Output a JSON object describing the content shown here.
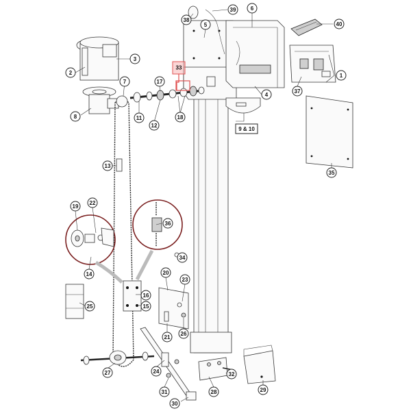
{
  "callouts": [
    {
      "id": "c1",
      "label": "1"
    },
    {
      "id": "c2",
      "label": "2"
    },
    {
      "id": "c3",
      "label": "3"
    },
    {
      "id": "c4",
      "label": "4"
    },
    {
      "id": "c5",
      "label": "5"
    },
    {
      "id": "c6",
      "label": "6"
    },
    {
      "id": "c7",
      "label": "7"
    },
    {
      "id": "c8",
      "label": "8"
    },
    {
      "id": "c11",
      "label": "11"
    },
    {
      "id": "c12",
      "label": "12"
    },
    {
      "id": "c13",
      "label": "13"
    },
    {
      "id": "c14",
      "label": "14"
    },
    {
      "id": "c15",
      "label": "15"
    },
    {
      "id": "c16",
      "label": "16"
    },
    {
      "id": "c17",
      "label": "17"
    },
    {
      "id": "c18",
      "label": "18"
    },
    {
      "id": "c19",
      "label": "19"
    },
    {
      "id": "c20",
      "label": "20"
    },
    {
      "id": "c21",
      "label": "21"
    },
    {
      "id": "c22",
      "label": "22"
    },
    {
      "id": "c23",
      "label": "23"
    },
    {
      "id": "c24",
      "label": "24"
    },
    {
      "id": "c25",
      "label": "25"
    },
    {
      "id": "c26",
      "label": "26"
    },
    {
      "id": "c27",
      "label": "27"
    },
    {
      "id": "c28",
      "label": "28"
    },
    {
      "id": "c29",
      "label": "29"
    },
    {
      "id": "c30",
      "label": "30"
    },
    {
      "id": "c31",
      "label": "31"
    },
    {
      "id": "c32",
      "label": "32"
    },
    {
      "id": "c34",
      "label": "34"
    },
    {
      "id": "c35",
      "label": "35"
    },
    {
      "id": "c36",
      "label": "36"
    },
    {
      "id": "c37",
      "label": "37"
    },
    {
      "id": "c38",
      "label": "38"
    },
    {
      "id": "c39",
      "label": "39"
    },
    {
      "id": "c40",
      "label": "40"
    }
  ],
  "highlight_label": "33",
  "box_label": "9 & 10",
  "colors": {
    "highlight_fill": "#f7b5b5",
    "highlight_stroke": "#e05050",
    "detail_ring": "#7a1f1f"
  }
}
